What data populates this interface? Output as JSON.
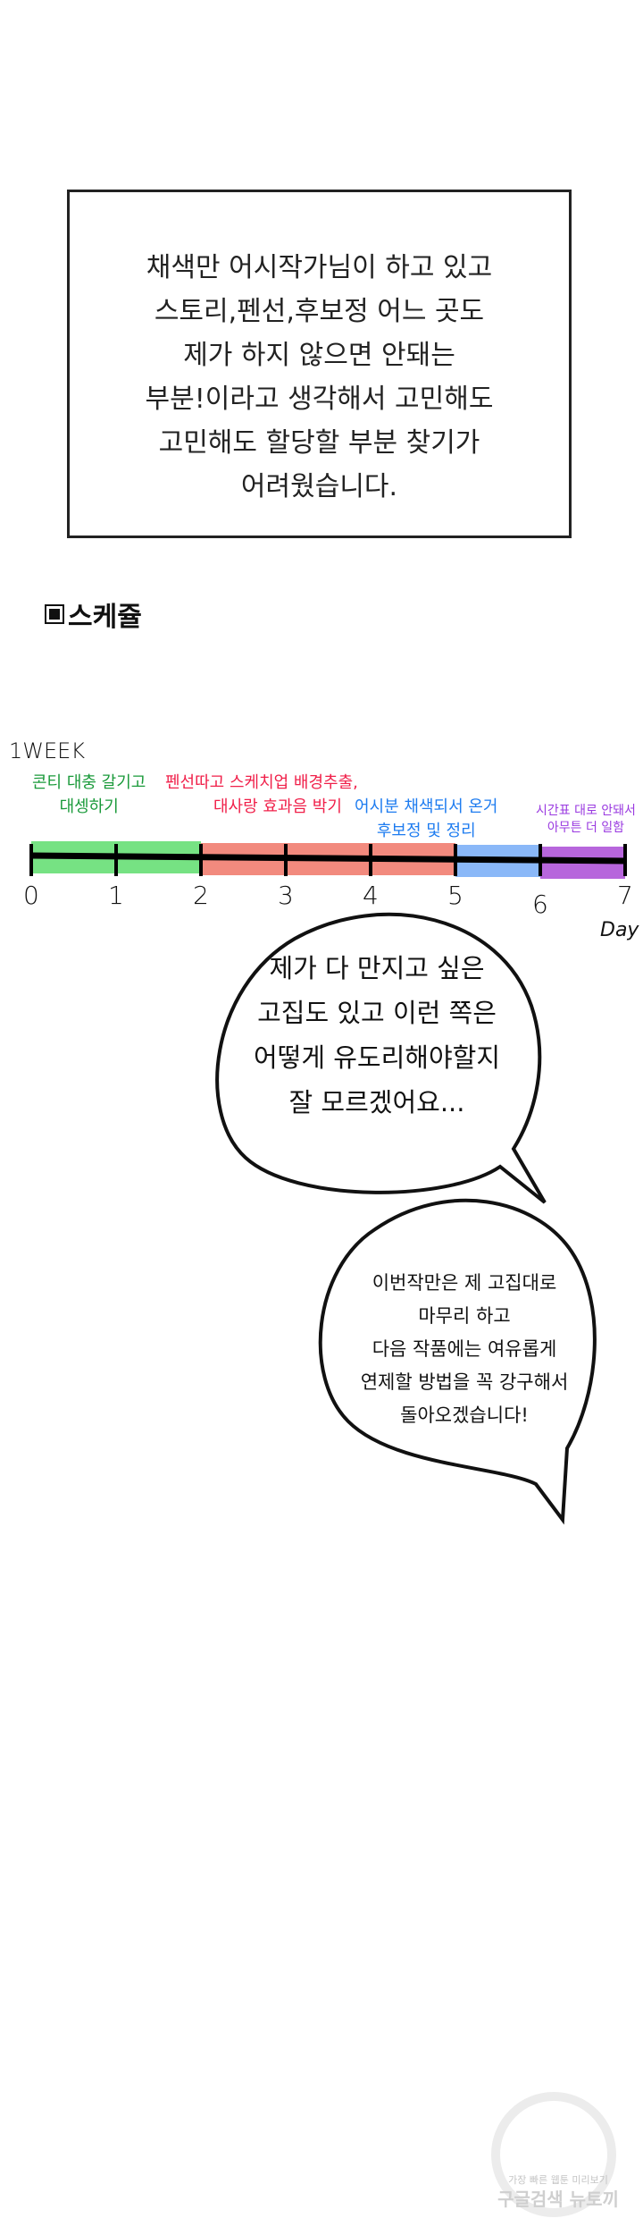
{
  "narration": {
    "lines": [
      "채색만 어시작가님이 하고 있고",
      "스토리,펜선,후보정 어느 곳도",
      "제가 하지 않으면 안돼는",
      "부분!이라고 생각해서 고민해도",
      "고민해도 할당할 부분 찾기가",
      "어려웠습니다."
    ]
  },
  "schedule": {
    "title": "스케쥴",
    "week_label": "1WEEK",
    "axis_unit": "Day",
    "ticks": [
      "0",
      "1",
      "2",
      "3",
      "4",
      "5",
      "6",
      "7"
    ],
    "segments": [
      {
        "start": 0,
        "end": 2,
        "color": "#76e283",
        "text_color": "#1a9a3a",
        "lines": [
          "콘티 대충 갈기고",
          "대셍하기"
        ]
      },
      {
        "start": 2,
        "end": 5,
        "color": "#f28a7e",
        "text_color": "#f0204a",
        "lines": [
          "펜선따고 스케치업 배경추출,",
          "대사랑 효과음 박기"
        ]
      },
      {
        "start": 5,
        "end": 6,
        "color": "#8ab8f8",
        "text_color": "#1e7cf0",
        "lines": [
          "어시분 채색되서 온거",
          "후보정 및 정리"
        ]
      },
      {
        "start": 6,
        "end": 7,
        "color": "#b766dc",
        "text_color": "#9a3ae0",
        "lines": [
          "시간표 대로 안돼서",
          "아무튼 더 일함"
        ]
      }
    ]
  },
  "bubble1": {
    "lines": [
      "제가 다 만지고 싶은",
      "고집도 있고 이런 쪽은",
      "어떻게 유도리해야할지",
      "잘 모르겠어요..."
    ]
  },
  "bubble2": {
    "lines": [
      "이번작만은 제 고집대로",
      "마무리 하고",
      "다음 작품에는 여유롭게",
      "연제할 방법을 꼭 강구해서",
      "돌아오겠습니다!"
    ]
  },
  "watermark": {
    "line1": "가장 빠른 웹툰 미리보기",
    "line2": "구글검색 뉴토끼"
  }
}
